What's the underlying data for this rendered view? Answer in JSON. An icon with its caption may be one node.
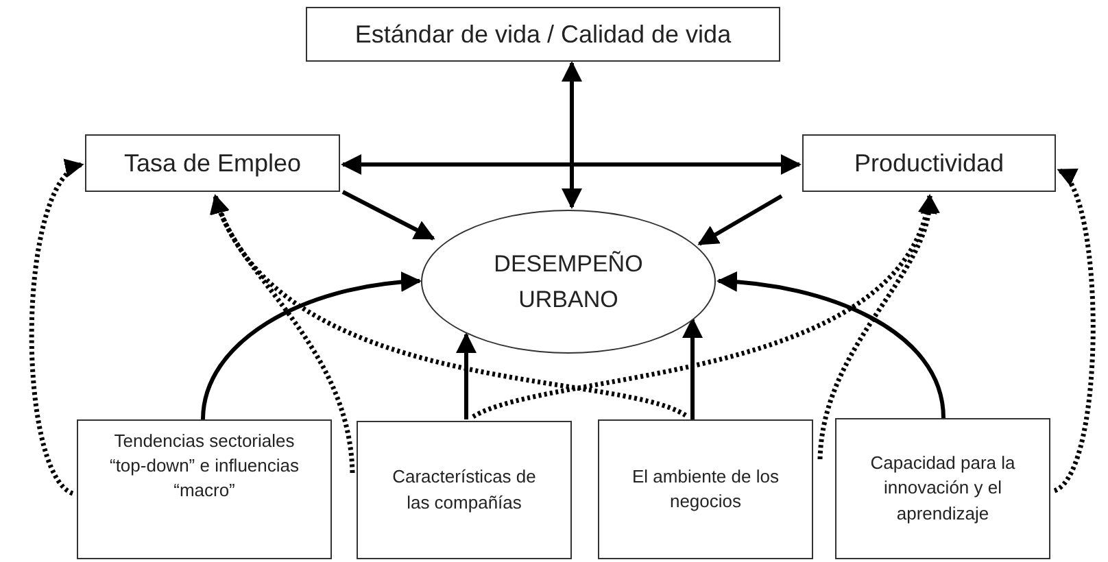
{
  "diagram": {
    "nodes": [
      {
        "text": [
          "Estándar de vida / Calidad de vida"
        ]
      },
      {
        "text": [
          "Tasa de Empleo"
        ]
      },
      {
        "text": [
          "Productividad"
        ]
      },
      {
        "text": [
          "DESEMPEÑO URBANO"
        ]
      },
      {
        "text": [
          "Tendencias sectoriales “top-down” e influencias “macro”"
        ]
      },
      {
        "text": [
          "Características de las compañías"
        ]
      },
      {
        "text": [
          "El ambiente de los negocios"
        ]
      },
      {
        "text": [
          "Capacidad para la innovación y el aprendizaje"
        ]
      }
    ],
    "edges": [
      {
        "from": 0,
        "to": 3,
        "arrow": "both"
      },
      {
        "from": 1,
        "to": 2,
        "arrow": "both"
      },
      {
        "from": 1,
        "to": 3,
        "arrow": "to"
      },
      {
        "from": 2,
        "to": 3,
        "arrow": "to"
      },
      {
        "from": 4,
        "to": 3,
        "arrow": "to"
      },
      {
        "from": 5,
        "to": 3,
        "arrow": "to"
      },
      {
        "from": 6,
        "to": 3,
        "arrow": "to"
      },
      {
        "from": 7,
        "to": 3,
        "arrow": "to"
      },
      {
        "from": 4,
        "to": 1,
        "arrow": "to",
        "style": "dashed"
      },
      {
        "from": 5,
        "to": 1,
        "arrow": "to",
        "style": "dashed"
      },
      {
        "from": 6,
        "to": 1,
        "arrow": "to",
        "style": "dashed"
      },
      {
        "from": 5,
        "to": 2,
        "arrow": "to",
        "style": "dashed"
      },
      {
        "from": 6,
        "to": 2,
        "arrow": "to",
        "style": "dashed"
      },
      {
        "from": 7,
        "to": 2,
        "arrow": "to",
        "style": "dashed"
      }
    ]
  }
}
